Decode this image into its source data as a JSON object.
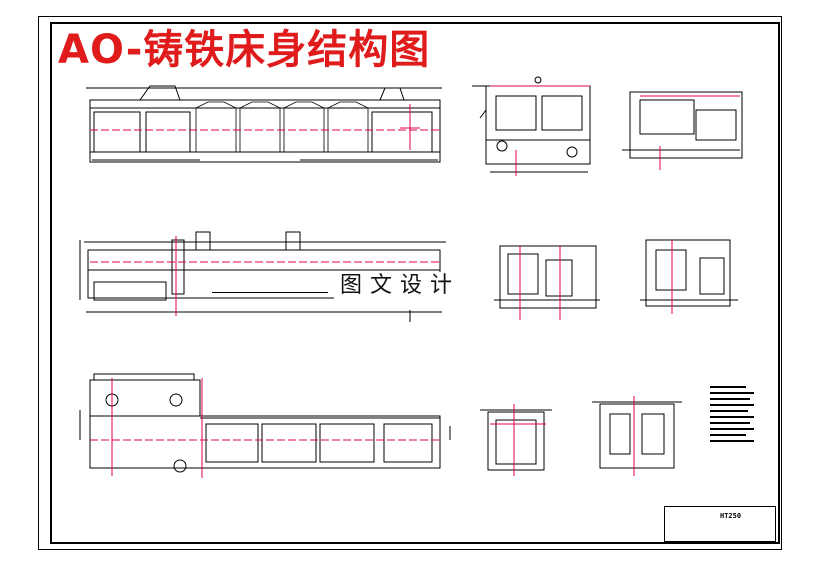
{
  "drawing": {
    "title": "AO-铸铁床身结构图",
    "watermark": "图文设计",
    "title_block": {
      "material": "HT250"
    },
    "sheet": {
      "background": "#ffffff",
      "line_color": "#000000",
      "centerline_color": "#e0004f",
      "title_color": "#e01b1b"
    }
  }
}
